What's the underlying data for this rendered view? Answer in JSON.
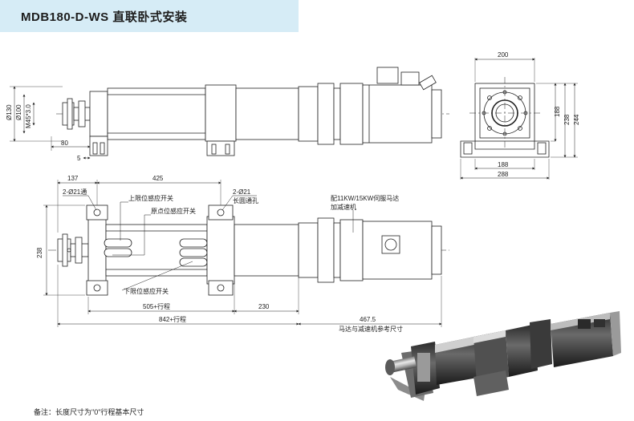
{
  "header": {
    "title": "MDB180-D-WS 直联卧式安装"
  },
  "side_view": {
    "dims": {
      "d130": "Ø130",
      "d100": "Ø100",
      "m45": "M45*3.0",
      "d80": "80",
      "d5": "5"
    }
  },
  "end_view": {
    "dims": {
      "w200": "200",
      "h188": "188",
      "h238": "238",
      "h244": "244",
      "w188": "188",
      "w288": "288"
    }
  },
  "top_view": {
    "dims": {
      "d137": "137",
      "d425": "425",
      "d238": "238",
      "d505": "505+行程",
      "d230": "230",
      "d842": "842+行程",
      "d467": "467.5"
    },
    "labels": {
      "hole_left": "2-Ø21通",
      "hole_right_1": "2-Ø21",
      "hole_right_2": "长圆通孔",
      "upper_switch": "上限位感应开关",
      "origin_switch": "原点位感应开关",
      "lower_switch": "下限位感应开关",
      "motor_1": "配11KW/15KW伺服马达",
      "motor_2": "加减速机",
      "motor_ref": "马达与减速机参考尺寸"
    }
  },
  "footer": {
    "note": "备注：长度尺寸为\"0\"行程基本尺寸"
  }
}
